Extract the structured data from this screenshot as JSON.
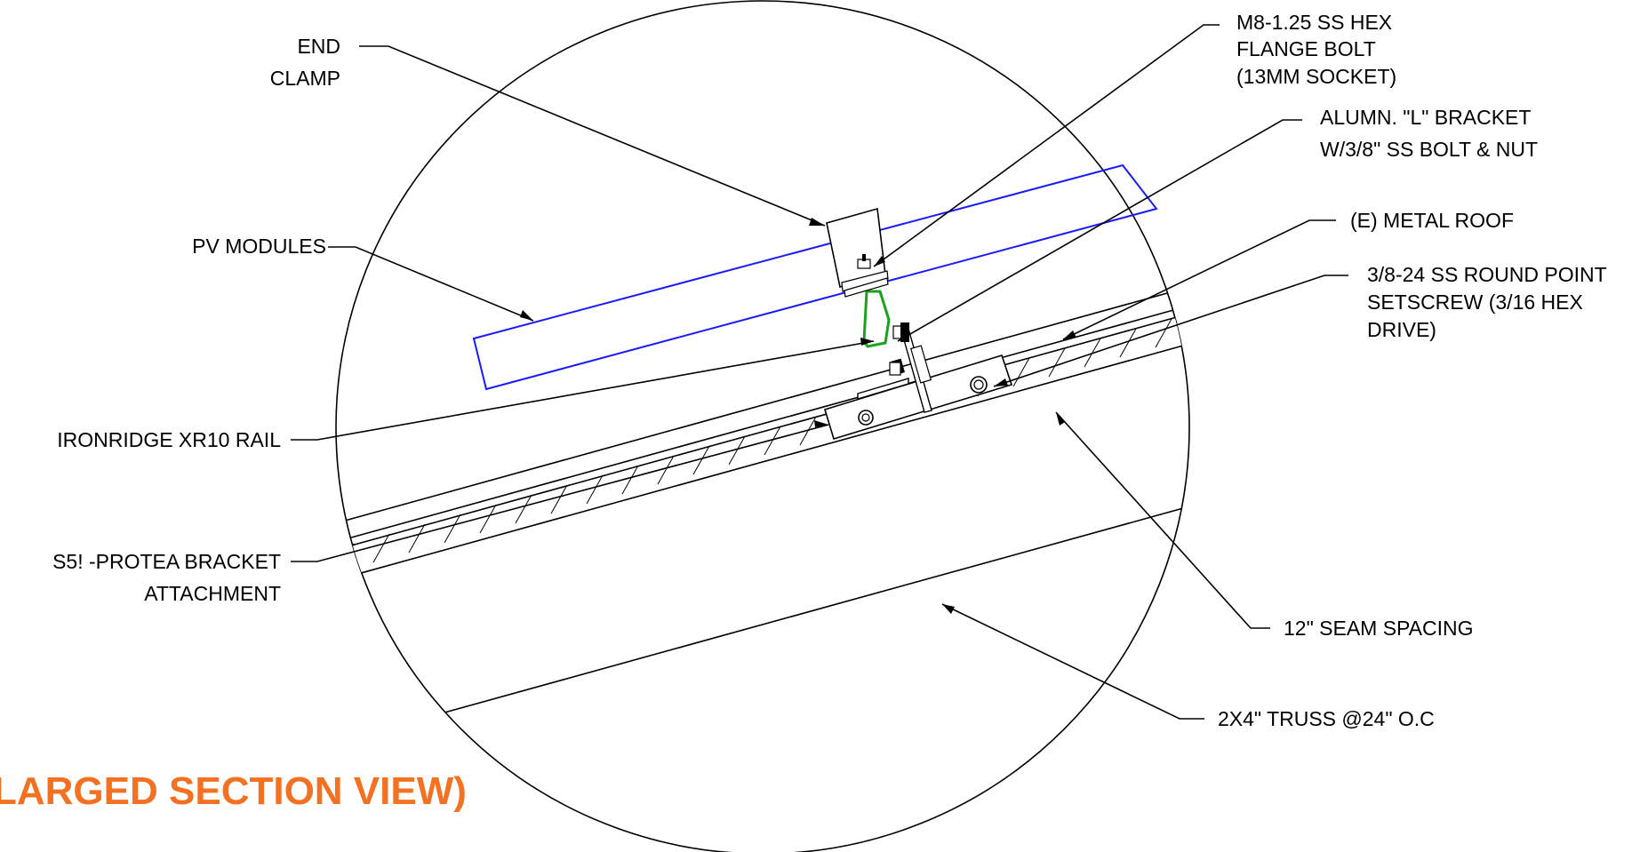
{
  "title": "LARGED SECTION VIEW)",
  "labels": {
    "end_clamp": [
      "END",
      "CLAMP"
    ],
    "bolt": [
      "M8-1.25 SS HEX",
      "FLANGE BOLT",
      "(13MM SOCKET)"
    ],
    "l_bracket": [
      "ALUMN. \"L\" BRACKET",
      "W/3/8\" SS BOLT & NUT"
    ],
    "metal_roof": [
      "(E) METAL ROOF"
    ],
    "setscrew": [
      "3/8-24 SS ROUND POINT",
      "SETSCREW (3/16 HEX",
      "DRIVE)"
    ],
    "pv_modules": [
      "PV MODULES"
    ],
    "rail": [
      "IRONRIDGE XR10 RAIL"
    ],
    "protea": [
      "S5! -PROTEA BRACKET",
      "ATTACHMENT"
    ],
    "seam": [
      "12\" SEAM SPACING"
    ],
    "truss": [
      "2X4\" TRUSS @24\" O.C"
    ]
  },
  "colors": {
    "title": "#F37121",
    "pv_outline": "#1a1aff",
    "l_bracket": "#1aa31a",
    "lines": "#000000"
  }
}
